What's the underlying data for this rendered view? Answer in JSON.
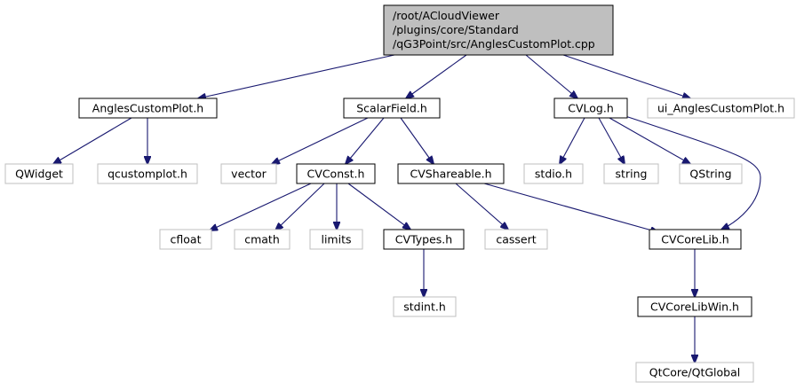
{
  "colors": {
    "edge": "#191970",
    "root_fill": "#bfbfbf",
    "local_border": "#000000",
    "external_border": "#bfbfbf"
  },
  "nodes": {
    "root": {
      "lines": [
        "/root/ACloudViewer",
        "/plugins/core/Standard",
        "/qG3Point/src/AnglesCustomPlot.cpp"
      ]
    },
    "acp": {
      "lines": [
        "AnglesCustomPlot.h"
      ]
    },
    "sf": {
      "lines": [
        "ScalarField.h"
      ]
    },
    "cvlog": {
      "lines": [
        "CVLog.h"
      ]
    },
    "ui": {
      "lines": [
        "ui_AnglesCustomPlot.h"
      ]
    },
    "qwidget": {
      "lines": [
        "QWidget"
      ]
    },
    "qcp": {
      "lines": [
        "qcustomplot.h"
      ]
    },
    "vector": {
      "lines": [
        "vector"
      ]
    },
    "cvconst": {
      "lines": [
        "CVConst.h"
      ]
    },
    "cvshare": {
      "lines": [
        "CVShareable.h"
      ]
    },
    "stdio": {
      "lines": [
        "stdio.h"
      ]
    },
    "string": {
      "lines": [
        "string"
      ]
    },
    "qstring": {
      "lines": [
        "QString"
      ]
    },
    "cfloat": {
      "lines": [
        "cfloat"
      ]
    },
    "cmath": {
      "lines": [
        "cmath"
      ]
    },
    "limits": {
      "lines": [
        "limits"
      ]
    },
    "cvtypes": {
      "lines": [
        "CVTypes.h"
      ]
    },
    "cassert": {
      "lines": [
        "cassert"
      ]
    },
    "cvcore": {
      "lines": [
        "CVCoreLib.h"
      ]
    },
    "stdint": {
      "lines": [
        "stdint.h"
      ]
    },
    "cvwin": {
      "lines": [
        "CVCoreLibWin.h"
      ]
    },
    "qtglob": {
      "lines": [
        "QtCore/QtGlobal"
      ]
    }
  }
}
